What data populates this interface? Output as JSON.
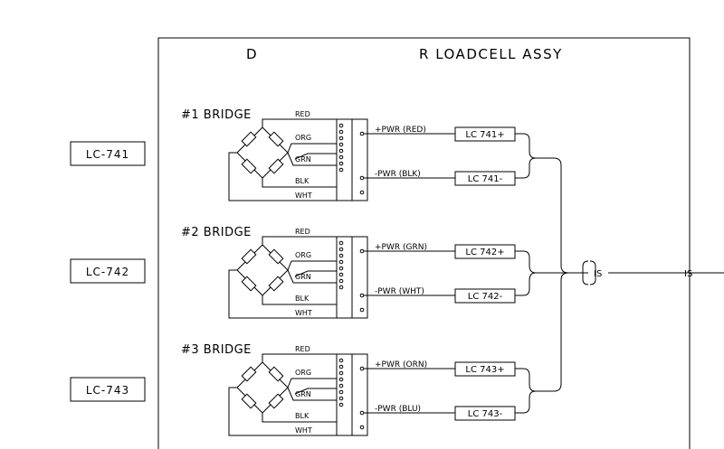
{
  "header": {
    "left_letter": "D",
    "title": "R LOADCELL ASSY"
  },
  "external_labels": [
    "LC-741",
    "LC-742",
    "LC-743"
  ],
  "bridges": [
    {
      "title": "#1 BRIDGE",
      "wires": [
        "RED",
        "ORG",
        "GRN",
        "BLK",
        "WHT"
      ],
      "pwr_pos": "+PWR (RED)",
      "pwr_neg": "-PWR (BLK)",
      "lc_pos": "LC 741+",
      "lc_neg": "LC 741-"
    },
    {
      "title": "#2 BRIDGE",
      "wires": [
        "RED",
        "ORG",
        "GRN",
        "BLK",
        "WHT"
      ],
      "pwr_pos": "+PWR (GRN)",
      "pwr_neg": "-PWR (WHT)",
      "lc_pos": "LC 742+",
      "lc_neg": "LC 742-"
    },
    {
      "title": "#3 BRIDGE",
      "wires": [
        "RED",
        "ORG",
        "GRN",
        "BLK",
        "WHT"
      ],
      "pwr_pos": "+PWR (ORN)",
      "pwr_neg": "-PWR (BLU)",
      "lc_pos": "LC 743+",
      "lc_neg": "LC 743-"
    }
  ],
  "output": {
    "is_inner": "IS",
    "is_outer": "IS"
  }
}
